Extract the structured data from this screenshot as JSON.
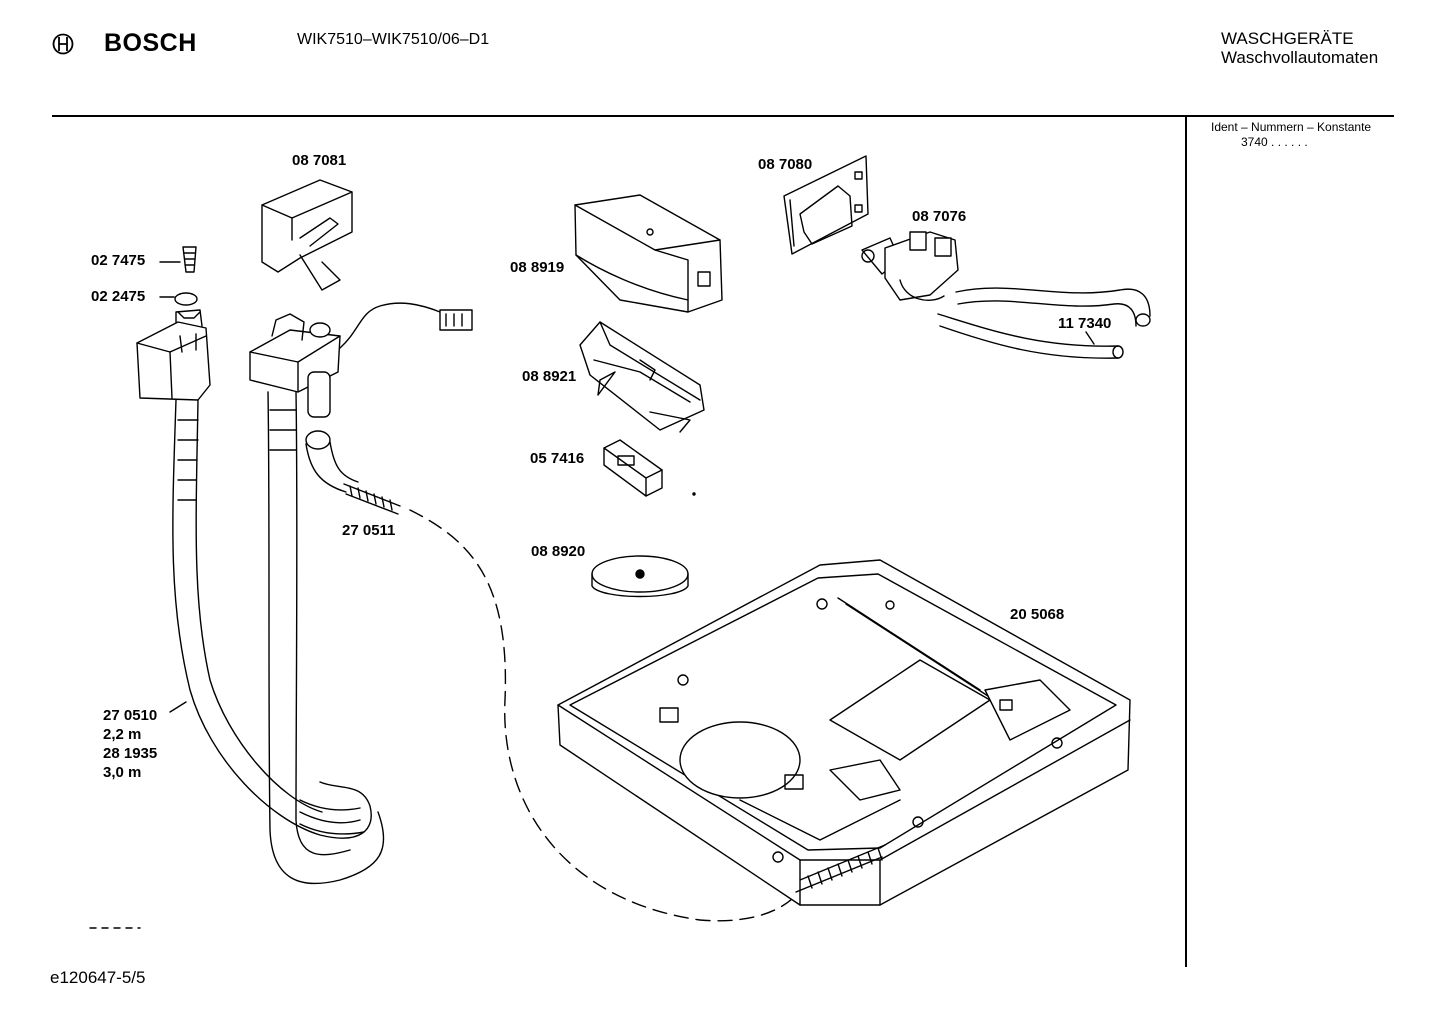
{
  "header": {
    "brand": "BOSCH",
    "model": "WIK7510–WIK7510/06–D1",
    "category_line1": "WASCHGERÄTE",
    "category_line2": "Waschvollautomaten"
  },
  "ident": {
    "heading": "Ident – Nummern – Konstante",
    "value": "3740 . . . . . ."
  },
  "parts": {
    "p087081": "08 7081",
    "p027475": "02 7475",
    "p022475": "02 2475",
    "p087080": "08 7080",
    "p087076": "08 7076",
    "p088919": "08 8919",
    "p117340": "11 7340",
    "p088921": "08 8921",
    "p057416": "05 7416",
    "p270511": "27 0511",
    "p088920": "08 8920",
    "p205068": "20 5068"
  },
  "hose": {
    "line1": "27 0510",
    "line2": "2,2 m",
    "line3": "28 1935",
    "line4": "3,0 m"
  },
  "footer": {
    "doc_id": "e120647-5/5"
  }
}
